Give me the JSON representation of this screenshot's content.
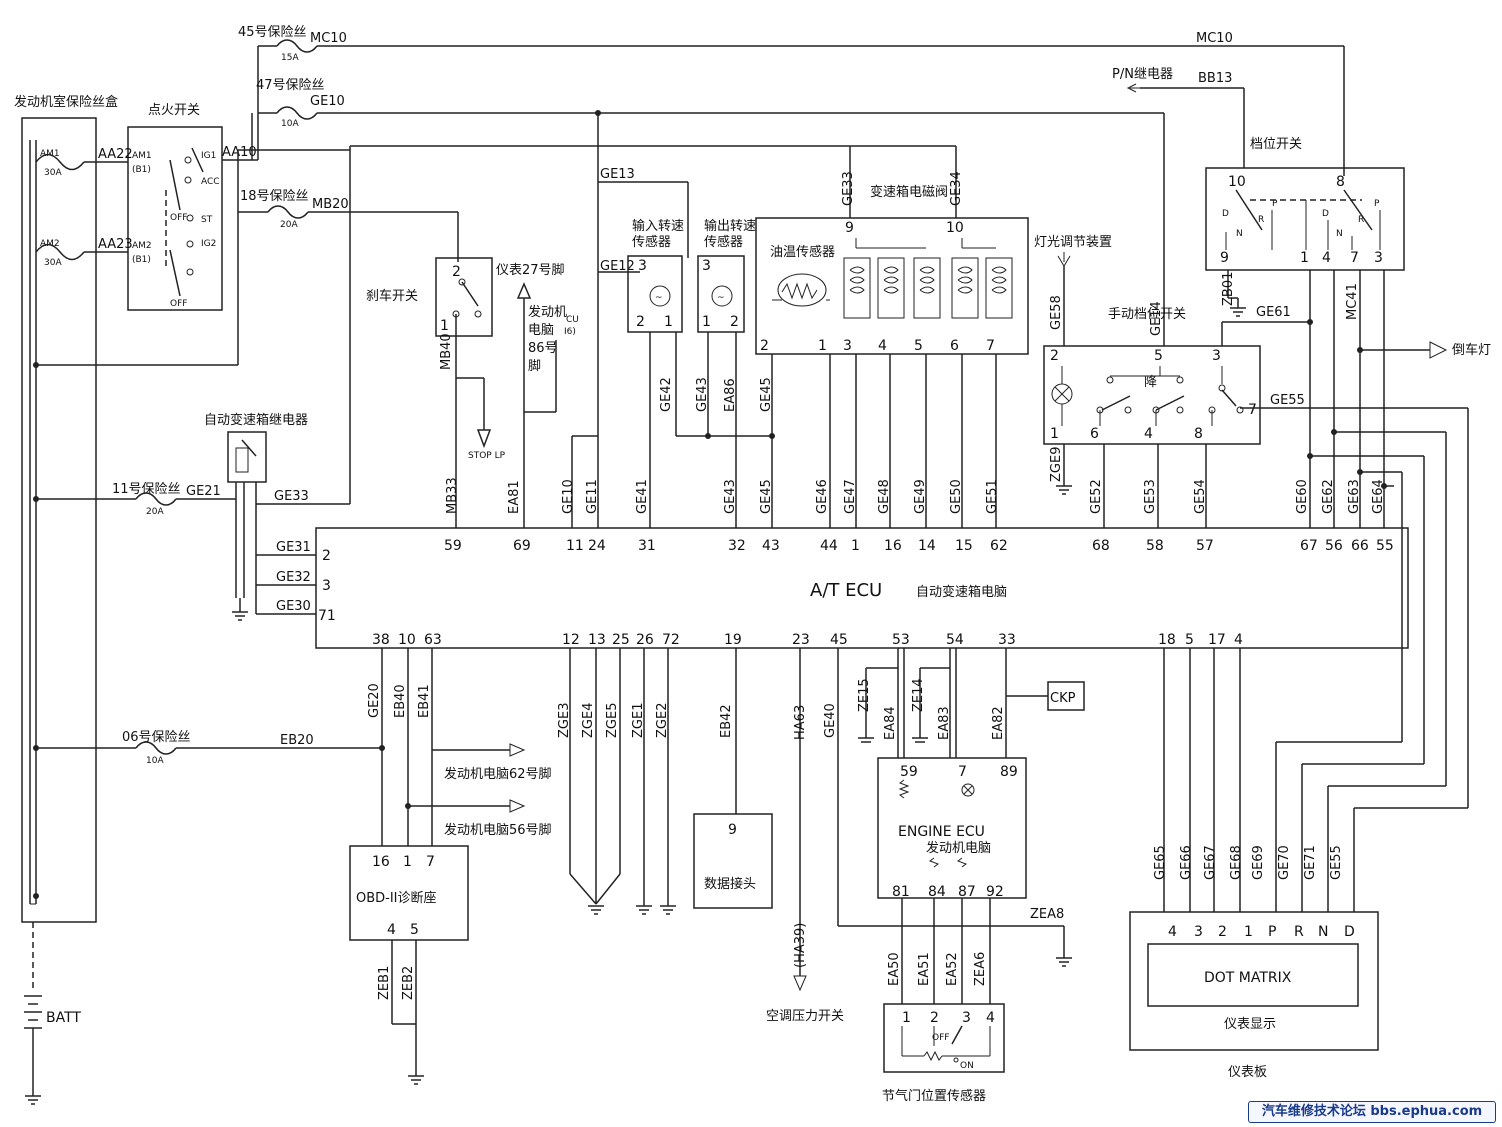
{
  "labels": {
    "fusebox": "发动机室保险丝盒",
    "ign_switch": "点火开关",
    "fuse45": "45号保险丝",
    "fuse45_amp": "15A",
    "fuse47": "47号保险丝",
    "fuse47_amp": "10A",
    "fuse18": "18号保险丝",
    "fuse18_amp": "20A",
    "fuse11": "11号保险丝",
    "fuse11_amp": "20A",
    "fuse06": "06号保险丝",
    "fuse06_amp": "10A",
    "am1": "AM1",
    "am1_amp": "30A",
    "am2": "AM2",
    "am2_amp": "30A",
    "sw_am1": "AM1",
    "sw_am2": "AM2",
    "sw_b1": "(B1)",
    "sw_ig1": "IG1",
    "sw_acc": "ACC",
    "sw_st": "ST",
    "sw_ig2": "IG2",
    "sw_off": "OFF",
    "brake_switch": "刹车开关",
    "meter27": "仪表27号脚",
    "eng_ecu86_a": "发动机",
    "eng_ecu86_b": "电脑",
    "eng_ecu86_c": "86号",
    "eng_ecu86_d": "脚",
    "eng_ecu86_cu": "CU",
    "eng_ecu86_6": "I6)",
    "stop_lp": "STOP LP",
    "at_relay": "自动变速箱继电器",
    "input_sensor_a": "输入转速",
    "input_sensor_b": "传感器",
    "output_sensor_a": "输出转速",
    "output_sensor_b": "传感器",
    "solenoid": "变速箱电磁阀",
    "oil_temp": "油温传感器",
    "light_adj": "灯光调节装置",
    "manual_sw": "手动档位开关",
    "down": "降",
    "pn_relay": "P/N继电器",
    "gear_switch": "档位开关",
    "reverse_lamp": "倒车灯",
    "at_ecu": "A/T  ECU",
    "at_ecu_cn": "自动变速箱电脑",
    "eng62": "发动机电脑62号脚",
    "eng56": "发动机电脑56号脚",
    "obd": "OBD-II诊断座",
    "data_connector": "数据接头",
    "ac_switch": "空调压力开关",
    "engine_ecu": "ENGINE  ECU",
    "engine_ecu_cn": "发动机电脑",
    "ckp": "CKP",
    "tps": "节气门位置传感器",
    "tps_off": "OFF",
    "tps_on": "ON",
    "dot_matrix": "DOT  MATRIX",
    "meter_display": "仪表显示",
    "instrument_panel": "仪表板",
    "batt": "BATT",
    "gear_d": "D",
    "gear_n": "N",
    "gear_r": "R",
    "gear_p": "P"
  },
  "wires": {
    "mc10": "MC10",
    "ge10": "GE10",
    "mb20": "MB20",
    "aa22": "AA22",
    "aa23": "AA23",
    "aa10": "AA10",
    "ge21": "GE21",
    "ge33": "GE33",
    "ge31": "GE31",
    "ge32": "GE32",
    "ge30": "GE30",
    "eb20": "EB20",
    "ge13": "GE13",
    "ge12": "GE12",
    "bb13": "BB13",
    "mb40": "MB40",
    "mb33": "MB33",
    "ea81": "EA81",
    "ge42": "GE42",
    "ge43": "GE43",
    "ea86": "EA86",
    "ge45": "GE45",
    "ge33v": "GE33",
    "ge34": "GE34",
    "ge58": "GE58",
    "ge14": "GE14",
    "ge61": "GE61",
    "ge55": "GE55",
    "mc41": "MC41",
    "zb01": "ZB01",
    "zge9": "ZGE9",
    "ge10v": "GE10",
    "ge11": "GE11",
    "ge41": "GE41",
    "ge43b": "GE43",
    "ge45b": "GE45",
    "ge46": "GE46",
    "ge47": "GE47",
    "ge48": "GE48",
    "ge49": "GE49",
    "ge50": "GE50",
    "ge51": "GE51",
    "ge52": "GE52",
    "ge53": "GE53",
    "ge54": "GE54",
    "ge60": "GE60",
    "ge62": "GE62",
    "ge63": "GE63",
    "ge64": "GE64",
    "ge20": "GE20",
    "eb40": "EB40",
    "eb41": "EB41",
    "zge3": "ZGE3",
    "zge4": "ZGE4",
    "zge5": "ZGE5",
    "zge1": "ZGE1",
    "zge2": "ZGE2",
    "eb42": "EB42",
    "ha63": "HA63",
    "ge40": "GE40",
    "ze15": "ZE15",
    "ea84": "EA84",
    "ze14": "ZE14",
    "ea83": "EA83",
    "ea82": "EA82",
    "ha39": "(HA39)",
    "zea8": "ZEA8",
    "ea50": "EA50",
    "ea51": "EA51",
    "ea52": "EA52",
    "zea6": "ZEA6",
    "zeb1": "ZEB1",
    "zeb2": "ZEB2",
    "ge65": "GE65",
    "ge66": "GE66",
    "ge67": "GE67",
    "ge68": "GE68",
    "ge69": "GE69",
    "ge70": "GE70",
    "ge71": "GE71",
    "ge55b": "GE55"
  },
  "pins": {
    "ecu_top": [
      "59",
      "69",
      "11",
      "24",
      "31",
      "32",
      "43",
      "44",
      "1",
      "16",
      "14",
      "15",
      "62",
      "68",
      "58",
      "57",
      "67",
      "56",
      "66",
      "55"
    ],
    "ecu_left": [
      "2",
      "3",
      "71"
    ],
    "ecu_bottom": [
      "38",
      "10",
      "63",
      "12",
      "13",
      "25",
      "26",
      "72",
      "19",
      "23",
      "45",
      "53",
      "54",
      "33",
      "18",
      "5",
      "17",
      "4"
    ],
    "obd_top": [
      "16",
      "1",
      "7"
    ],
    "obd_bottom": [
      "4",
      "5"
    ],
    "data_conn": "9",
    "eng_top": [
      "59",
      "7",
      "89"
    ],
    "eng_bottom": [
      "81",
      "84",
      "87",
      "92"
    ],
    "tps": [
      "1",
      "2",
      "3",
      "4"
    ],
    "dot": [
      "4",
      "3",
      "2",
      "1",
      "P",
      "R",
      "N",
      "D"
    ],
    "input_sensor": [
      "3",
      "2",
      "1"
    ],
    "output_sensor": [
      "3",
      "1",
      "2"
    ],
    "solenoid": [
      "9",
      "10",
      "2",
      "1",
      "3",
      "4",
      "5",
      "6",
      "7"
    ],
    "manual": [
      "2",
      "5",
      "3",
      "1",
      "6",
      "4",
      "8",
      "7"
    ],
    "gear": [
      "10",
      "8",
      "9",
      "1",
      "4",
      "7",
      "3"
    ],
    "brake": [
      "2",
      "1"
    ]
  },
  "watermark": "汽车维修技术论坛 bbs.ephua.com"
}
